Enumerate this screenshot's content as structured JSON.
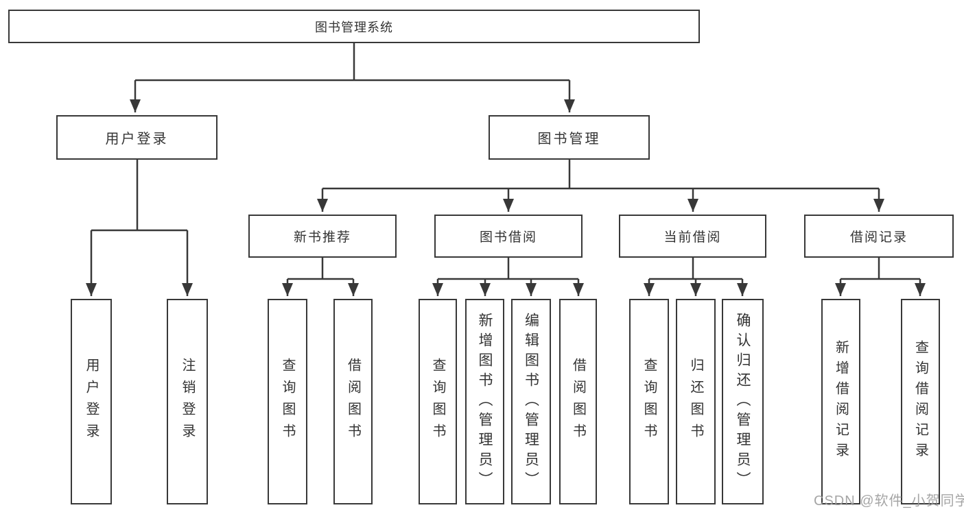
{
  "colors": {
    "line": "#383838",
    "text": "#333333",
    "box_fill": "#ffffff",
    "watermark": "#9c9c9c"
  },
  "watermark": {
    "text": "CSDN @软件_小贺同学"
  },
  "tree": {
    "root": {
      "label": "图书管理系统"
    },
    "branches": [
      {
        "label": "用户登录",
        "children": [
          {
            "label": "用户登录"
          },
          {
            "label": "注销登录"
          }
        ]
      },
      {
        "label": "图书管理",
        "children": [
          {
            "label": "新书推荐",
            "children": [
              {
                "label": "查询图书"
              },
              {
                "label": "借阅图书"
              }
            ]
          },
          {
            "label": "图书借阅",
            "children": [
              {
                "label": "查询图书"
              },
              {
                "label": "新增图书（管理员）"
              },
              {
                "label": "编辑图书（管理员）"
              },
              {
                "label": "借阅图书"
              }
            ]
          },
          {
            "label": "当前借阅",
            "children": [
              {
                "label": "查询图书"
              },
              {
                "label": "归还图书"
              },
              {
                "label": "确认归还（管理员）"
              }
            ]
          },
          {
            "label": "借阅记录",
            "children": [
              {
                "label": "新增借阅记录"
              },
              {
                "label": "查询借阅记录"
              }
            ]
          }
        ]
      }
    ]
  }
}
